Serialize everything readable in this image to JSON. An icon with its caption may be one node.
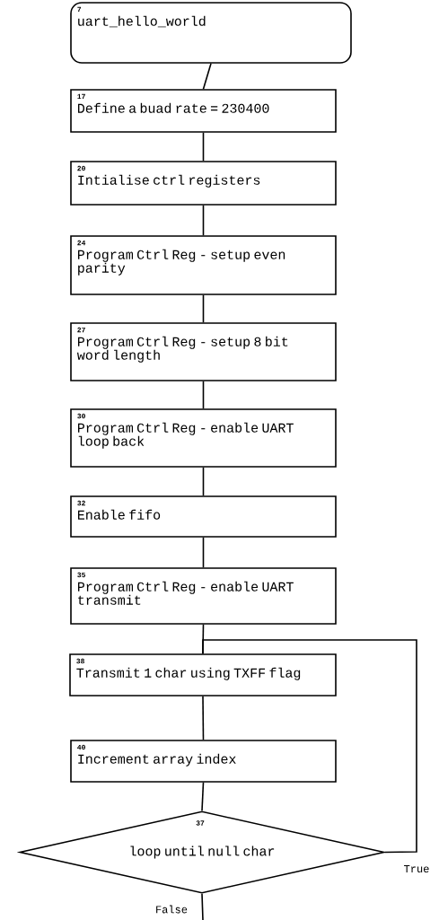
{
  "diagram": {
    "nodes": [
      {
        "text": [
          "7",
          "uart_hello_world"
        ]
      },
      {
        "text": [
          "17",
          "Define a buad rate = 230400"
        ]
      },
      {
        "text": [
          "20",
          "Intialise ctrl registers"
        ]
      },
      {
        "text": [
          "24",
          "Program Ctrl Reg - setup even parity"
        ]
      },
      {
        "text": [
          "27",
          "Program Ctrl Reg - setup 8 bit word length"
        ]
      },
      {
        "text": [
          "30",
          "Program Ctrl Reg - enable UART loop back"
        ]
      },
      {
        "text": [
          "32",
          "Enable fifo"
        ]
      },
      {
        "text": [
          "35",
          "Program Ctrl Reg - enable UART transmit"
        ]
      },
      {
        "text": [
          "38",
          "Transmit 1 char using TXFF flag"
        ]
      },
      {
        "text": [
          "40",
          "Increment array index"
        ]
      },
      {
        "text": [
          "37",
          "loop until null char"
        ]
      }
    ],
    "edges": [
      {
        "from": 0,
        "to": 1,
        "arrow": "none"
      },
      {
        "from": 1,
        "to": 2,
        "arrow": "none"
      },
      {
        "from": 2,
        "to": 3,
        "arrow": "none"
      },
      {
        "from": 3,
        "to": 4,
        "arrow": "none"
      },
      {
        "from": 4,
        "to": 5,
        "arrow": "none"
      },
      {
        "from": 5,
        "to": 6,
        "arrow": "none"
      },
      {
        "from": 6,
        "to": 7,
        "arrow": "none"
      },
      {
        "from": 7,
        "to": 8,
        "arrow": "none"
      },
      {
        "from": 8,
        "to": 9,
        "arrow": "none"
      },
      {
        "from": 9,
        "to": 10,
        "arrow": "none"
      },
      {
        "from": 10,
        "to": 8,
        "arrow": "none",
        "label": "True"
      },
      {
        "from": 10,
        "to": null,
        "arrow": "none",
        "label": "False"
      }
    ]
  }
}
